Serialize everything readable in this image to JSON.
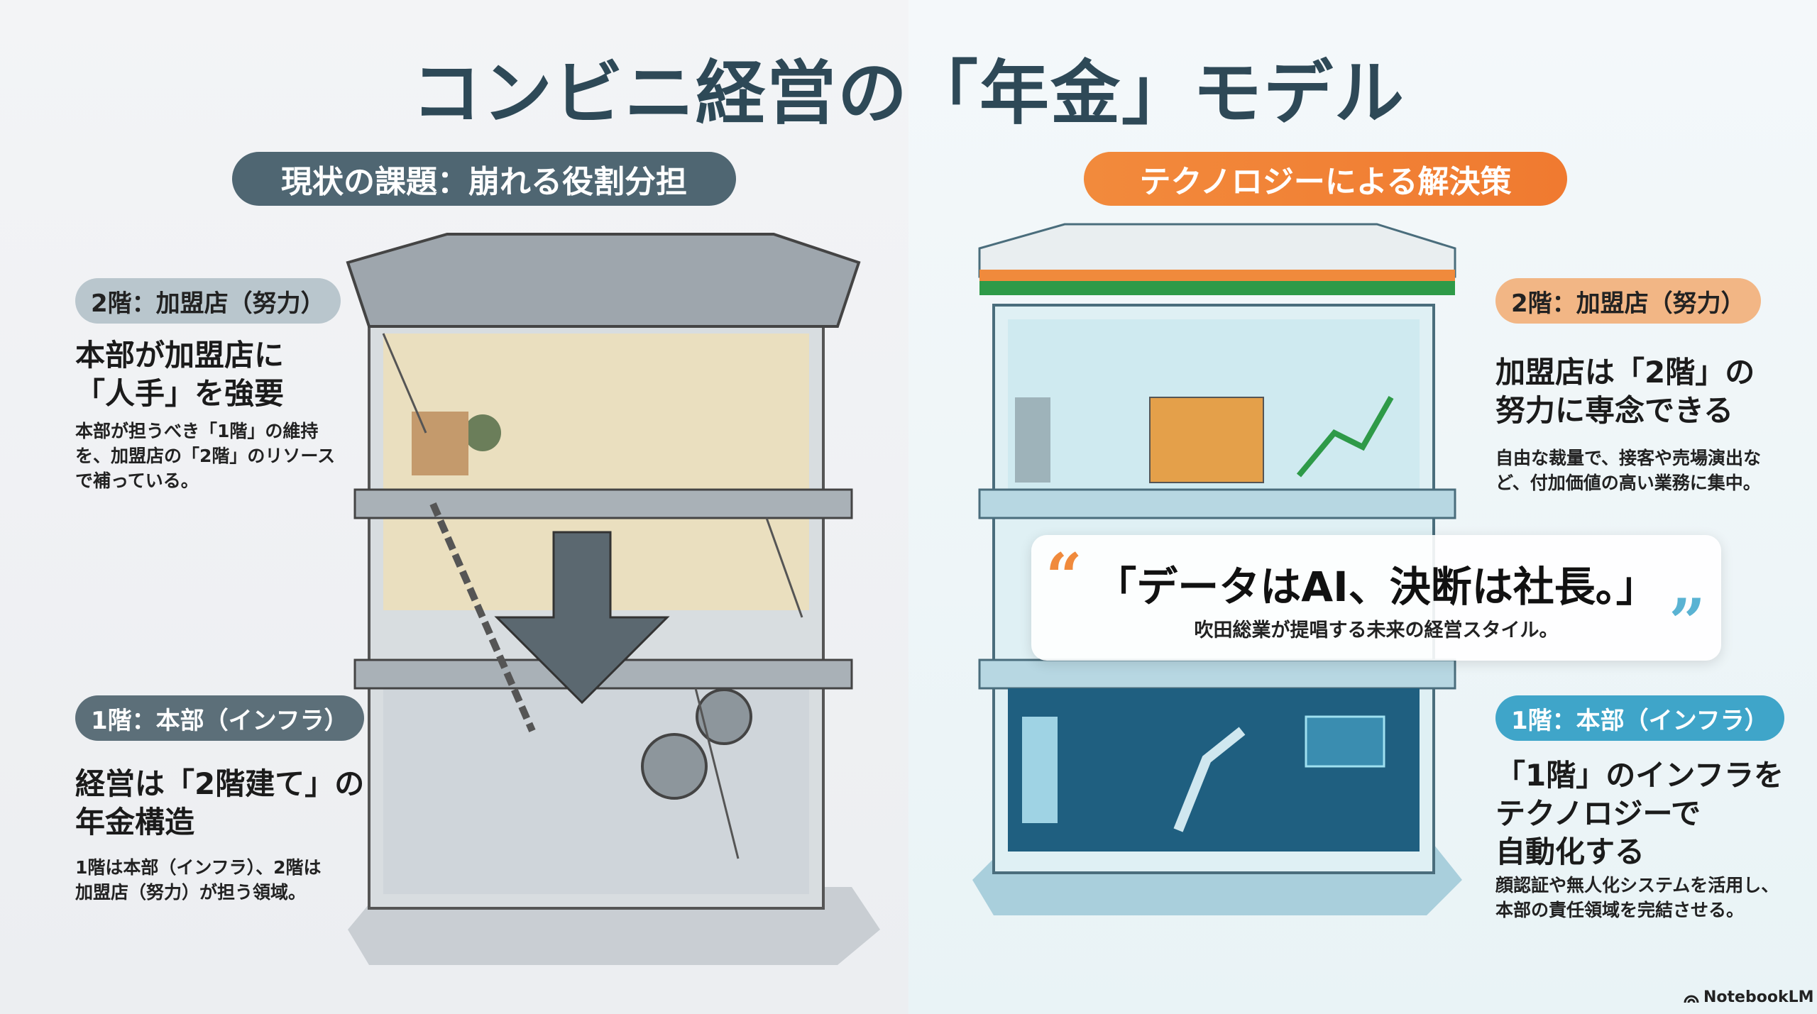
{
  "title": "コンビニ経営の「年金」モデル",
  "left": {
    "subtitle": "現状の課題：崩れる役割分担",
    "floor2": {
      "tag": "2階：加盟店（努力）",
      "heading": "本部が加盟店に\n「人手」を強要",
      "body": "本部が担うべき「1階」の維持\nを、加盟店の「2階」のリソース\nで補っている。"
    },
    "floor1": {
      "tag": "1階：本部（インフラ）",
      "heading": "経営は「2階建て」の\n年金構造",
      "body": "1階は本部（インフラ）、2階は\n加盟店（努力）が担う領域。"
    }
  },
  "right": {
    "subtitle": "テクノロジーによる解決策",
    "floor2": {
      "tag": "2階：加盟店（努力）",
      "heading": "加盟店は「2階」の\n努力に専念できる",
      "body": "自由な裁量で、接客や売場演出な\nど、付加価値の高い業務に集中。"
    },
    "quote": {
      "main": "「データはAI、決断は社長。」",
      "sub": "吹田総業が提唱する未来の経営スタイル。",
      "open_mark": "“",
      "close_mark": "”"
    },
    "floor1": {
      "tag": "1階：本部（インフラ）",
      "heading": "「1階」のインフラを\nテクノロジーで\n自動化する",
      "body": "顔認証や無人化システムを活用し、\n本部の責任領域を完結させる。"
    }
  },
  "branding": {
    "logo": "NotebookLM"
  },
  "colors": {
    "title": "#2e4957",
    "orange": "#f08a3c",
    "blue": "#3fa5c9",
    "slate": "#4f6672",
    "green": "#2e9a48"
  }
}
